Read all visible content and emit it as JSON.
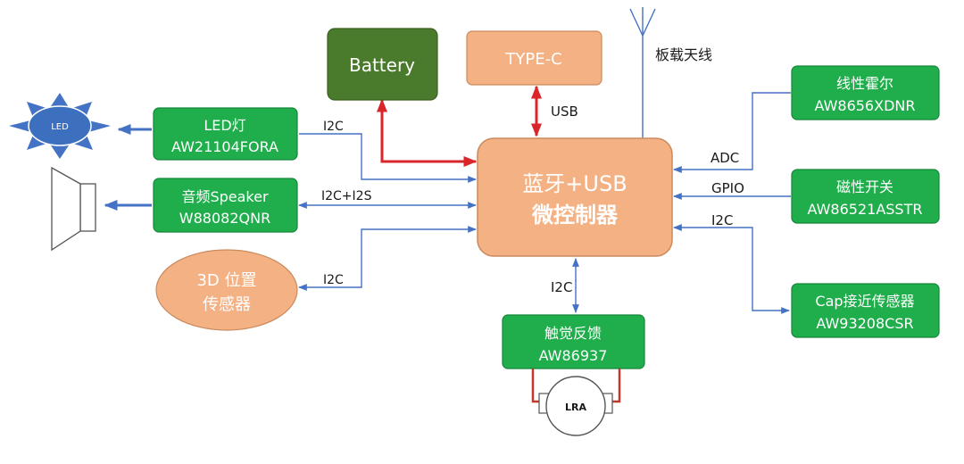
{
  "colors": {
    "green_box": "#1fae4b",
    "green_border": "#16863a",
    "battery": "#4a7a2b",
    "orange": "#f4b183",
    "orange_border": "#c98a5e",
    "signal_line": "#4472c4",
    "power_line": "#d9262a",
    "led_star": "#4472c4",
    "led_core": "#3d6fbf"
  },
  "mcu": {
    "line1": "蓝牙+USB",
    "line2": "微控制器"
  },
  "battery": {
    "label": "Battery"
  },
  "typec": {
    "label": "TYPE-C"
  },
  "antenna": {
    "label": "板载天线"
  },
  "led_driver": {
    "line1": "LED灯",
    "line2": "AW21104FORA"
  },
  "speaker_driver": {
    "line1": "音频Speaker",
    "line2": "W88082QNR"
  },
  "sensor_3d": {
    "line1": "3D 位置",
    "line2": "传感器"
  },
  "hall": {
    "line1": "线性霍尔",
    "line2": "AW8656XDNR"
  },
  "magnetic": {
    "line1": "磁性开关",
    "line2": "AW86521ASSTR"
  },
  "cap_sensor": {
    "line1": "Cap接近传感器",
    "line2": "AW93208CSR"
  },
  "haptic": {
    "line1": "触觉反馈",
    "line2": "AW86937"
  },
  "led_icon": {
    "label": "LED"
  },
  "lra": {
    "label": "LRA"
  },
  "links": {
    "usb": "USB",
    "led_bus": "I2C",
    "speaker_bus": "I2C+I2S",
    "sensor_bus": "I2C",
    "adc": "ADC",
    "gpio": "GPIO",
    "cap_bus": "I2C",
    "haptic_bus": "I2C"
  }
}
